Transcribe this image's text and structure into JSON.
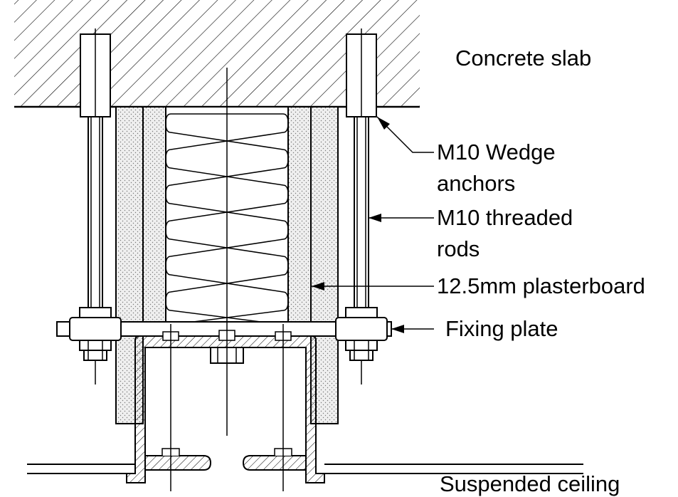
{
  "labels": {
    "concrete_slab": "Concrete slab",
    "wedge_anchors_line1": "M10 Wedge",
    "wedge_anchors_line2": "anchors",
    "threaded_rods_line1": "M10 threaded",
    "threaded_rods_line2": "rods",
    "plasterboard": "12.5mm plasterboard",
    "fixing_plate": "Fixing plate",
    "suspended_ceiling": "Suspended ceiling"
  }
}
